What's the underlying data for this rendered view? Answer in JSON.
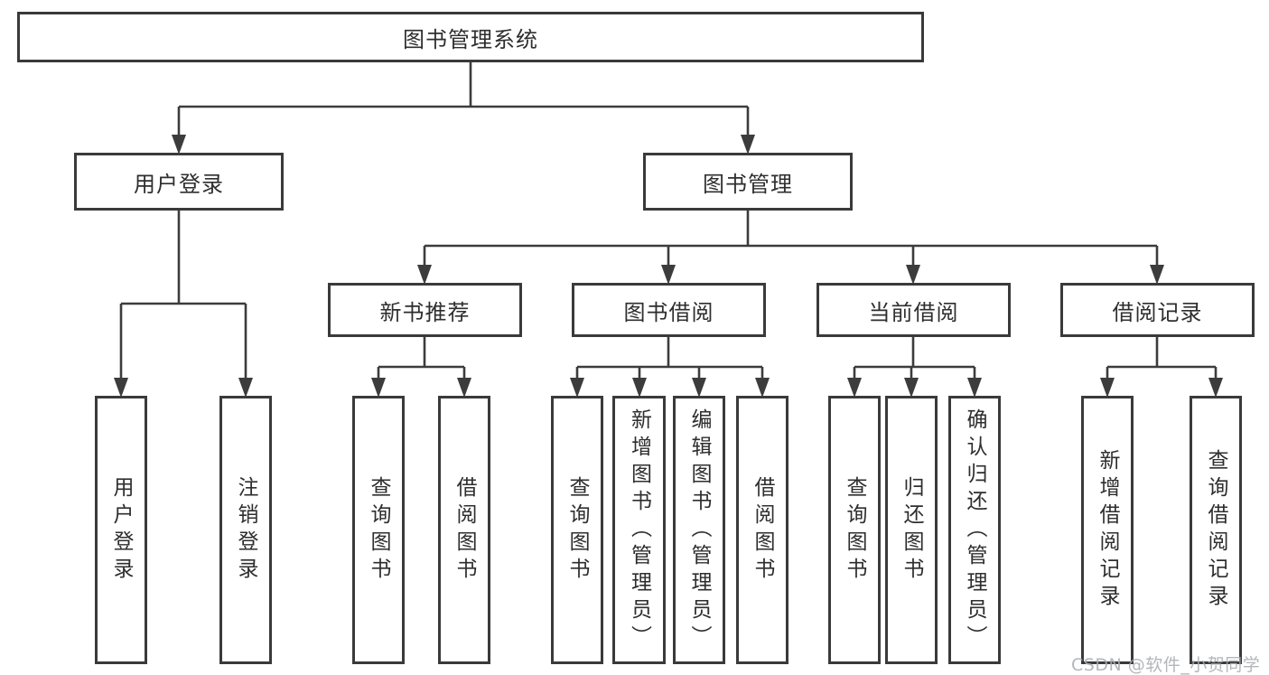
{
  "tree": {
    "label": "图书管理系统",
    "children": [
      {
        "label": "用户登录",
        "children": [
          {
            "label": "用户登录"
          },
          {
            "label": "注销登录"
          }
        ]
      },
      {
        "label": "图书管理",
        "children": [
          {
            "label": "新书推荐",
            "children": [
              {
                "label": "查询图书"
              },
              {
                "label": "借阅图书"
              }
            ]
          },
          {
            "label": "图书借阅",
            "children": [
              {
                "label": "查询图书"
              },
              {
                "label": "新增图书（管理员）"
              },
              {
                "label": "编辑图书（管理员）"
              },
              {
                "label": "借阅图书"
              }
            ]
          },
          {
            "label": "当前借阅",
            "children": [
              {
                "label": "查询图书"
              },
              {
                "label": "归还图书"
              },
              {
                "label": "确认归还（管理员）"
              }
            ]
          },
          {
            "label": "借阅记录",
            "children": [
              {
                "label": "新增借阅记录"
              },
              {
                "label": "查询借阅记录"
              }
            ]
          }
        ]
      }
    ]
  },
  "watermark": {
    "text": "CSDN @软件_小贺同学"
  },
  "colors": {
    "background": "#ffffff",
    "box_border": "#3a3a3a",
    "connector": "#3c3c3c",
    "text": "#2e2e2e",
    "watermark": "#a9acb0"
  }
}
